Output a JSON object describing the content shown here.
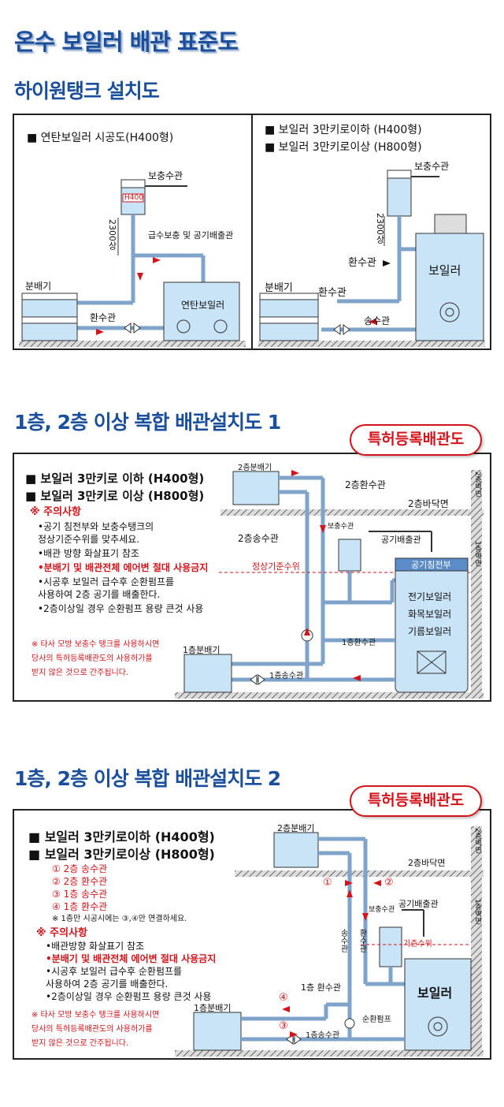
{
  "title": "온수 보일러 배관 표준도",
  "section1": {
    "heading": "하이원탱크 설치도",
    "left": {
      "legend": "■ 연탄보일러 시공도(H400형)",
      "tank_label": "보충수관",
      "tank_tag": "H400",
      "height_label": "2300상",
      "supply_label": "급수보충 및 공기배출관",
      "distributor": "분배기",
      "return_label": "환수관",
      "boiler": "연탄보일러"
    },
    "right": {
      "legend1": "■ 보일러 3만키로이하 (H400형)",
      "legend2": "■ 보일러 3만키로이상 (H800형)",
      "tank_label": "보충수관",
      "height_label": "2300상",
      "return_label1": "환수관",
      "distributor": "분배기",
      "return_label2": "환수관",
      "supply_label": "송수관",
      "boiler": "보일러"
    }
  },
  "section2": {
    "heading": "1층, 2층 이상 복합 배관설치도 1",
    "patent": "특허등록배관도",
    "legend1": "■ 보일러 3만키로 이하 (H400형)",
    "legend2": "■ 보일러 3만키로 이상 (H800형)",
    "caution_title": "※ 주의사항",
    "notes": [
      "•공기 침전부와 보충수탱크의",
      "  정상기준수위를 맞추세요.",
      "•배관 방향 화살표기 참조",
      "•분배기 및 배관전체 에어변 절대 사용금지",
      "•시공후 보일러 급수후 순환펌프를",
      "  사용하여 2층 공기를 배출한다.",
      "•2층이상일 경우 순환펌프 용량 큰것 사용"
    ],
    "warning": [
      "※ 타사 모방 보충수 탱크를 사용하시면",
      "당사의 특허등록배관도의 사용허가를",
      "받지 않은 것으로 간주됩니다."
    ],
    "labels": {
      "dist2": "2층분배기",
      "return2": "2층환수관",
      "floor2": "2층바닥면",
      "supply2": "2층송수관",
      "tank": "보충수관",
      "air": "공기배출관",
      "level": "정상기준수위",
      "air_settle": "공기침전부",
      "boilers": [
        "전기보일러",
        "화목보일러",
        "기름보일러"
      ],
      "return1": "1층환수관",
      "dist1": "1층분배기",
      "supply1": "1층송수관",
      "wall2": "2층벽면",
      "wall1": "1층벽면"
    }
  },
  "section3": {
    "heading": "1층, 2층 이상 복합 배관설치도 2",
    "patent": "특허등록배관도",
    "legend1": "■ 보일러 3만키로이하 (H400형)",
    "legend2": "■ 보일러 3만키로이상 (H800형)",
    "pipes": [
      "① 2층 송수관",
      "② 2층 환수관",
      "③ 1층 송수관",
      "④ 1층 환수관"
    ],
    "pipe_note": "※ 1층만 시공시에는 ③,④만 연결하세요.",
    "caution_title": "※ 주의사항",
    "notes": [
      "•배관방향 화살표기 참조",
      "•분배기 및 배관전체 에어변 절대 사용금지",
      "•시공후 보일러 급수후 순환펌프를",
      "  사용하여 2층 공기를 배출한다.",
      "•2층이상일 경우 순환펌프 용량 큰것 사용"
    ],
    "warning": [
      "※ 타사 모방 보충수 탱크를 사용하시면",
      "당사의 특허등록배관도의 사용허가를",
      "받지 않은 것으로 간주됩니다."
    ],
    "labels": {
      "dist2": "2층분배기",
      "floor2": "2층바닥면",
      "n1": "①",
      "n2": "②",
      "n3": "③",
      "n4": "④",
      "tank": "보충수관",
      "air": "공기배출관",
      "level": "기준수위",
      "supply_v": "송수관",
      "return_v": "환수관",
      "return1": "1층 환수관",
      "pump": "순환펌프",
      "boiler": "보일러",
      "dist1": "1층분배기",
      "supply1": "1층송수관",
      "wall2": "2층벽면",
      "wall1": "1층벽면"
    }
  },
  "colors": {
    "title": "#1b4f9c",
    "accent": "#d3141b",
    "pipe": "#7fa3c9",
    "water": "#c9e3f7"
  }
}
